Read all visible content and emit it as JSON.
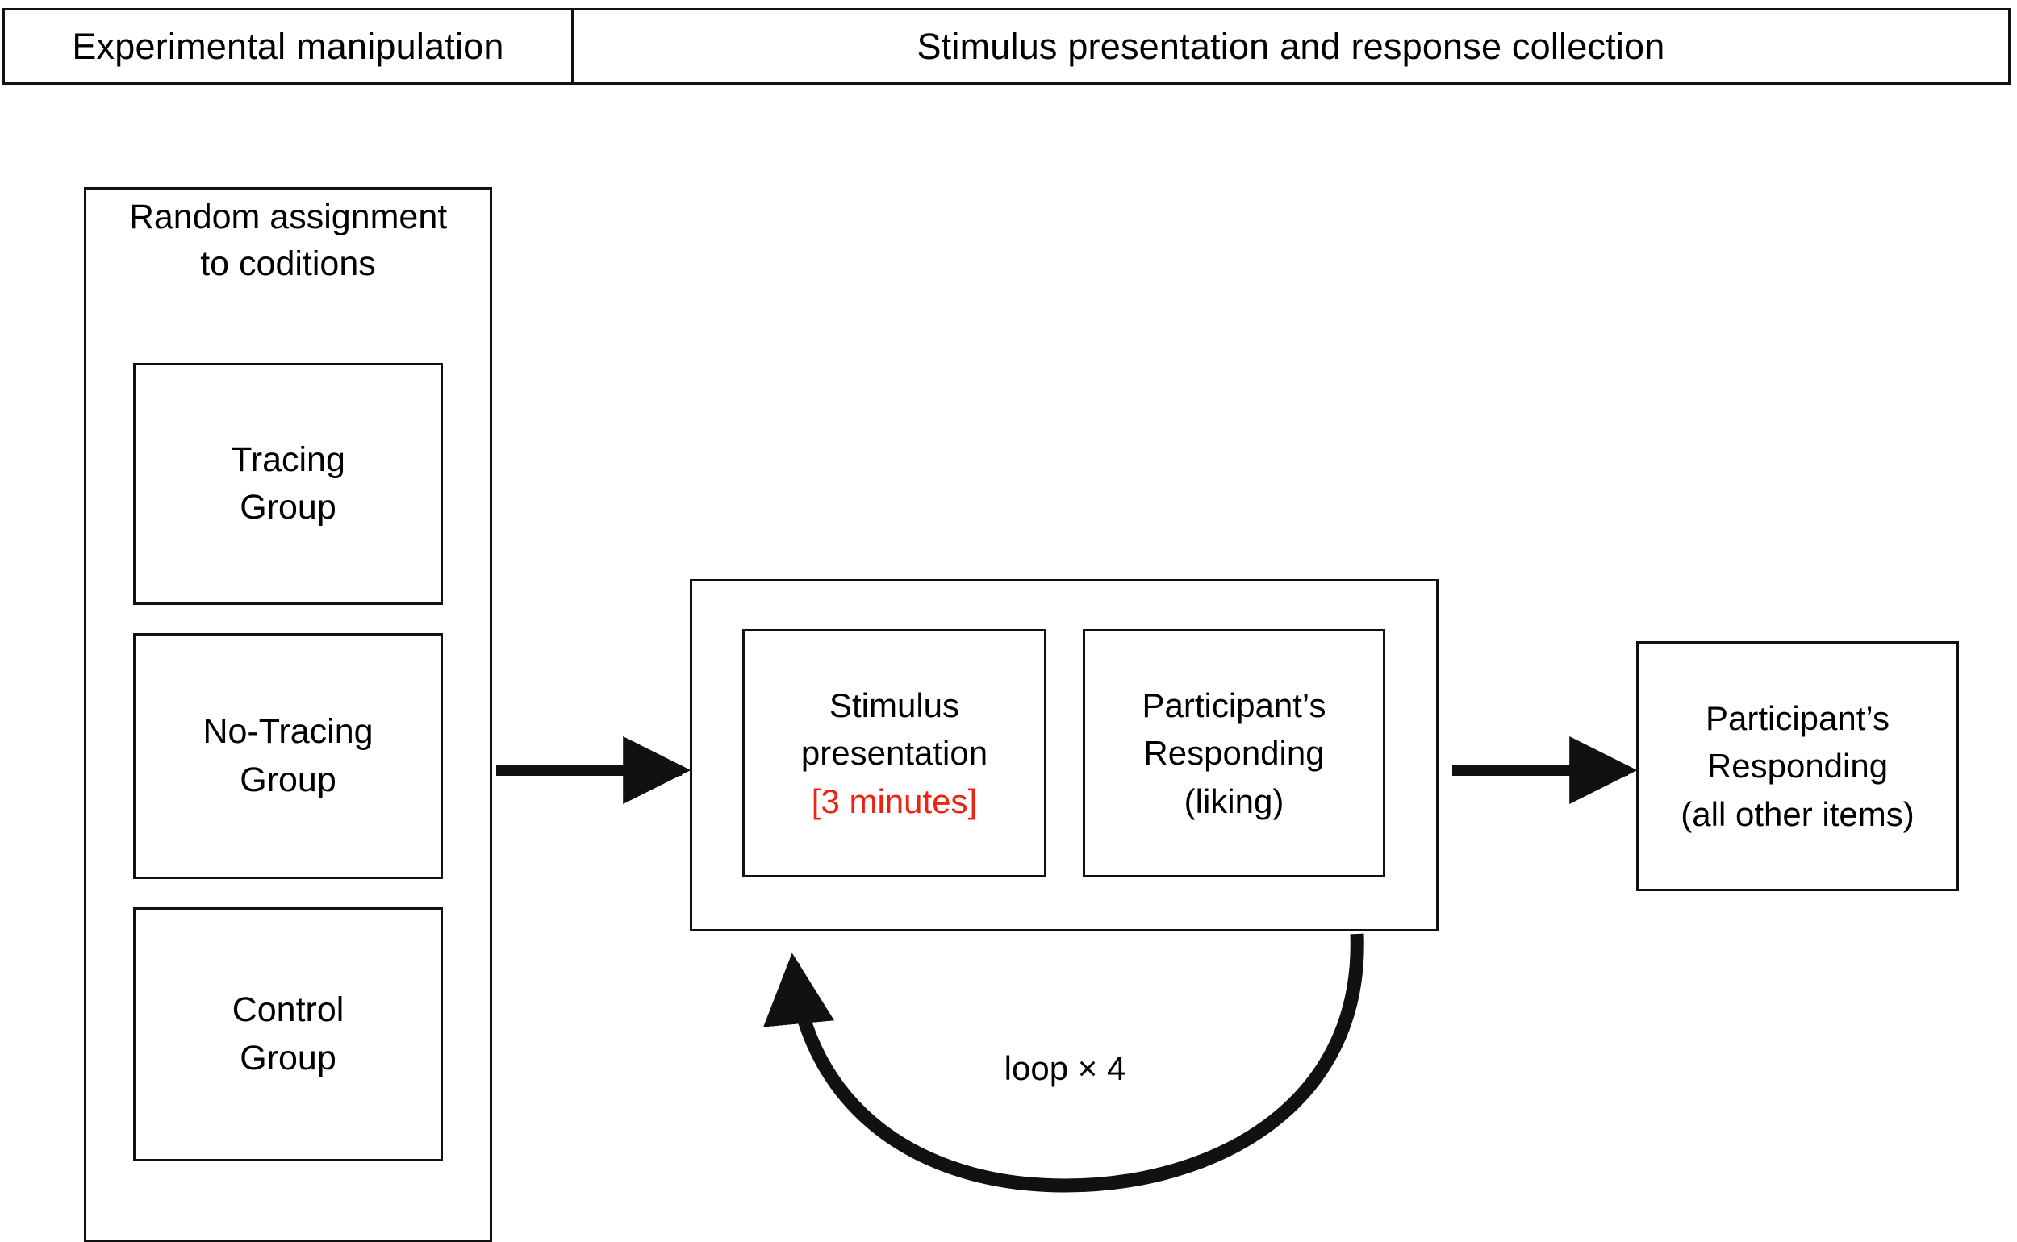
{
  "header": {
    "cells": [
      {
        "label": "Experimental manipulation"
      },
      {
        "label": "Stimulus presentation and response collection"
      }
    ]
  },
  "assignment": {
    "title_line1": "Random assignment",
    "title_line2": "to coditions",
    "groups": [
      {
        "line1": "Tracing",
        "line2": "Group"
      },
      {
        "line1": "No-Tracing",
        "line2": "Group"
      },
      {
        "line1": "Control",
        "line2": "Group"
      }
    ]
  },
  "stimulus_group": {
    "boxes": [
      {
        "line1": "Stimulus",
        "line2": "presentation",
        "duration": "[3 minutes]"
      },
      {
        "line1": "Participant’s",
        "line2": "Responding",
        "line3": "(liking)"
      }
    ],
    "loop_label": "loop × 4"
  },
  "final_box": {
    "line1": "Participant’s",
    "line2": "Responding",
    "line3": "(all other items)"
  },
  "colors": {
    "stroke": "#111111",
    "duration_text": "#ee2211",
    "background": "#ffffff"
  },
  "icons": {
    "flow_arrow_1": "arrow-right-icon",
    "flow_arrow_2": "arrow-right-icon",
    "loop_arrow": "loop-arc-arrow-icon"
  }
}
